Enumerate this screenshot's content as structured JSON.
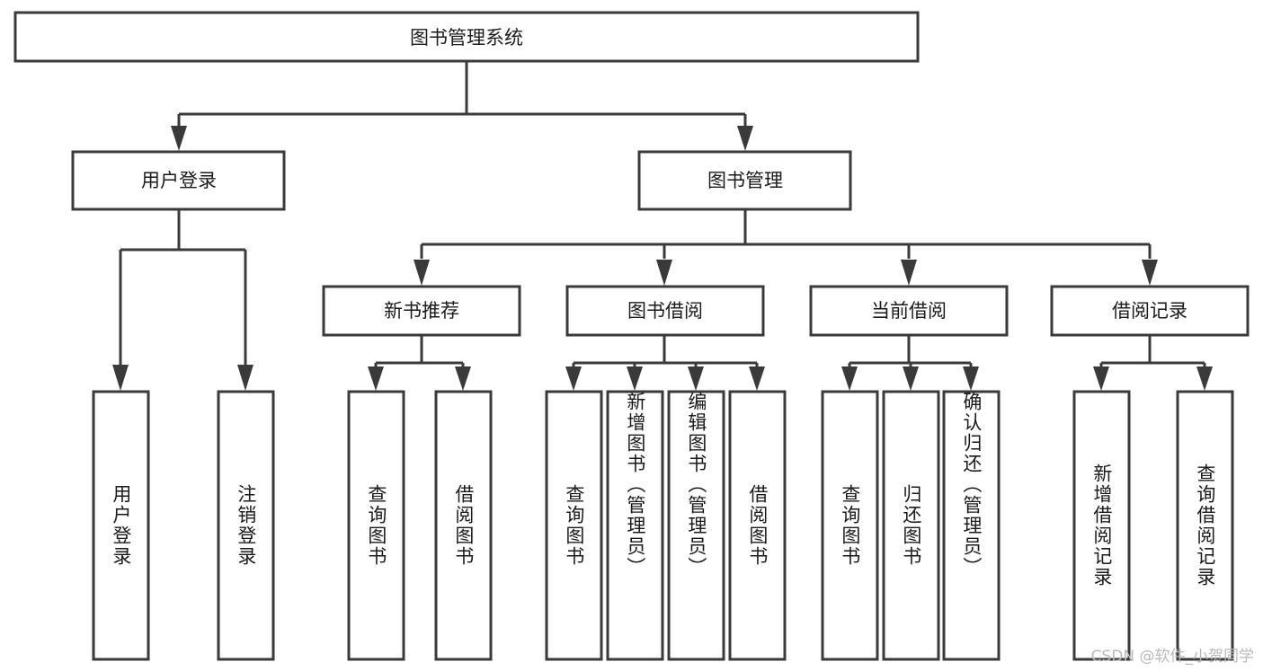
{
  "diagram": {
    "type": "tree",
    "title": "图书管理系统",
    "root": {
      "label": "图书管理系统",
      "name": "root-node"
    },
    "level2": [
      {
        "label": "用户登录",
        "name": "node-user-login"
      },
      {
        "label": "图书管理",
        "name": "node-book-management"
      }
    ],
    "level3": [
      {
        "label": "新书推荐",
        "name": "node-new-book-recommend"
      },
      {
        "label": "图书借阅",
        "name": "node-book-borrow"
      },
      {
        "label": "当前借阅",
        "name": "node-current-borrow"
      },
      {
        "label": "借阅记录",
        "name": "node-borrow-record"
      }
    ],
    "leaves": {
      "user_login": [
        {
          "label": "用户登录"
        },
        {
          "label": "注销登录"
        }
      ],
      "new_book_recommend": [
        {
          "label": "查询图书"
        },
        {
          "label": "借阅图书"
        }
      ],
      "book_borrow": [
        {
          "label": "查询图书"
        },
        {
          "label": "新增图书（管理员）"
        },
        {
          "label": "编辑图书（管理员）"
        },
        {
          "label": "借阅图书"
        }
      ],
      "current_borrow": [
        {
          "label": "查询图书"
        },
        {
          "label": "归还图书"
        },
        {
          "label": "确认归还（管理员）"
        }
      ],
      "borrow_record": [
        {
          "label": "新增借阅记录"
        },
        {
          "label": "查询借阅记录"
        }
      ]
    },
    "colors": {
      "stroke": "#3a3a3a",
      "box_fill": "#ffffff",
      "text": "#1a1a1a",
      "background": "#ffffff",
      "watermark": "#b9b9b9"
    }
  },
  "watermark": {
    "text": "CSDN @软件_小贺同学"
  }
}
